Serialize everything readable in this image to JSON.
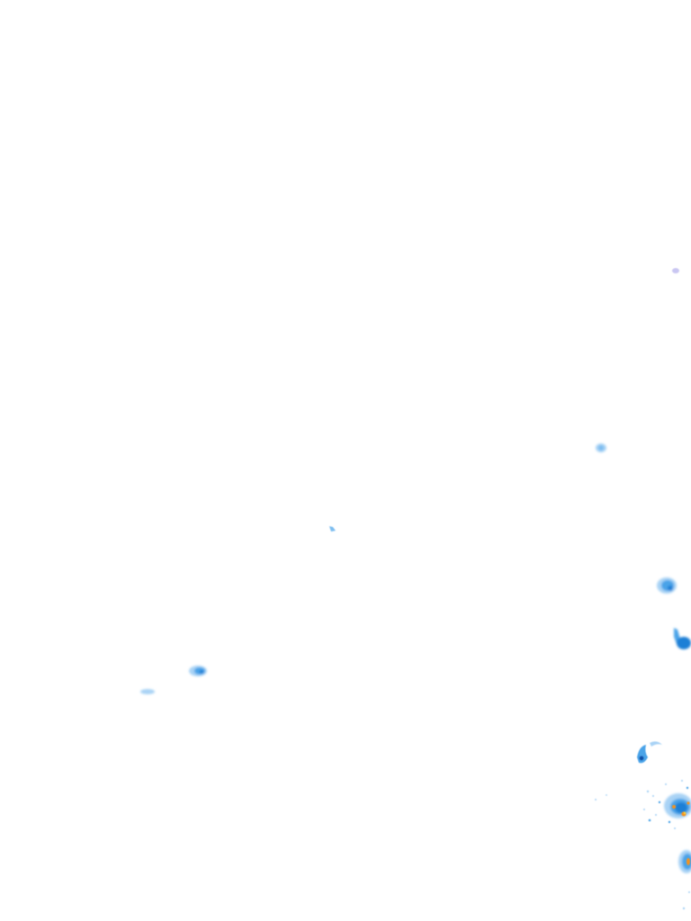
{
  "layer": {
    "kind": "weather-radar-precipitation-overlay",
    "background": "transparent"
  },
  "palette": {
    "very_light": "#d9ecfb",
    "light": "#a9d3f5",
    "light_mid": "#7dbdf0",
    "mid": "#4aa3e8",
    "deep": "#1f7fd6",
    "dark": "#0b4fa8",
    "lavender": "#c9c6f2",
    "orange": "#f5921e",
    "yellow": "#f7d23a"
  },
  "echoes": [
    {
      "id": "echo-1",
      "intensity": [
        "lavender"
      ]
    },
    {
      "id": "echo-2",
      "intensity": [
        "light",
        "light_mid"
      ]
    },
    {
      "id": "echo-3",
      "intensity": [
        "light_mid"
      ]
    },
    {
      "id": "echo-4",
      "intensity": [
        "light",
        "mid",
        "deep"
      ]
    },
    {
      "id": "echo-5",
      "intensity": [
        "light"
      ]
    },
    {
      "id": "echo-6",
      "intensity": [
        "light",
        "mid",
        "deep"
      ]
    },
    {
      "id": "echo-7",
      "intensity": [
        "mid",
        "deep"
      ]
    },
    {
      "id": "echo-8",
      "intensity": [
        "mid",
        "dark"
      ]
    },
    {
      "id": "echo-9",
      "intensity": [
        "light",
        "mid",
        "deep",
        "orange",
        "yellow"
      ]
    },
    {
      "id": "echo-10",
      "intensity": [
        "light",
        "mid",
        "deep",
        "orange"
      ]
    }
  ]
}
